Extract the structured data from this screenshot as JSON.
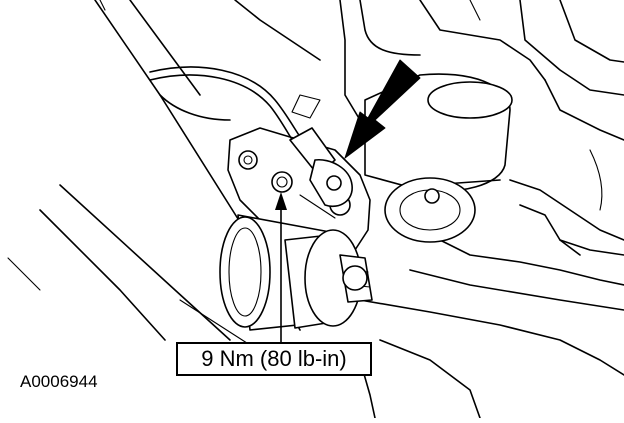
{
  "torque_callout": {
    "text": "9 Nm (80 lb-in)"
  },
  "figure_id": "A0006944",
  "colors": {
    "line": "#000000",
    "background": "#ffffff"
  },
  "icons": {
    "arrow": "large-black-pointer-arrow",
    "leader": "callout-leader-arrow"
  }
}
